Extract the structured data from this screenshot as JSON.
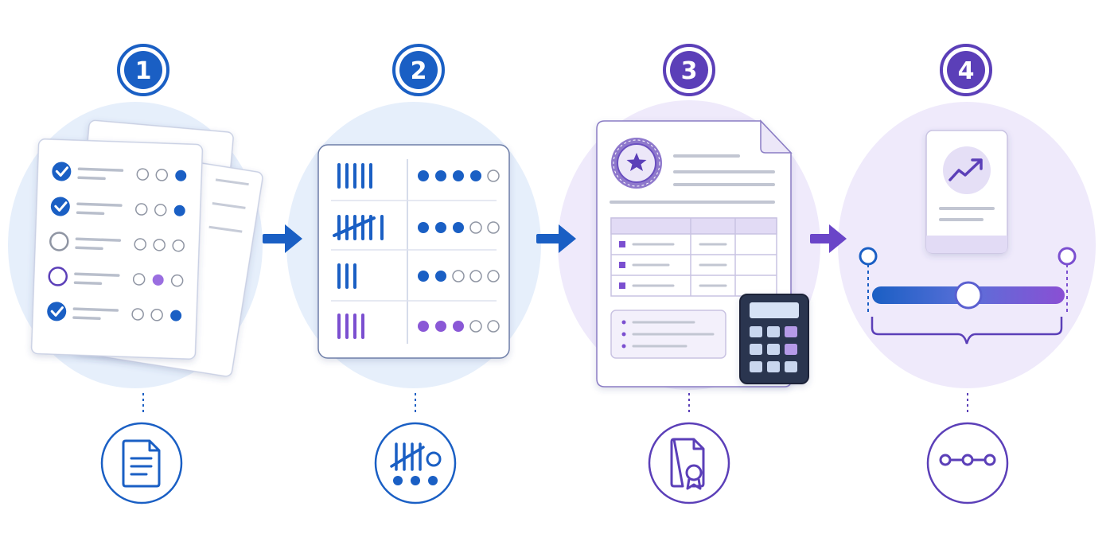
{
  "steps": [
    {
      "number": "1",
      "accent": "#1a5fc4",
      "bottom_icon": "document-icon"
    },
    {
      "number": "2",
      "accent": "#1a5fc4",
      "bottom_icon": "tally-marks-icon"
    },
    {
      "number": "3",
      "accent": "#5b3fb8",
      "bottom_icon": "certificate-document-icon"
    },
    {
      "number": "4",
      "accent": "#5b3fb8",
      "bottom_icon": "range-slider-icon"
    }
  ],
  "colors": {
    "blue": "#1a5fc4",
    "purple": "#7b4fd0",
    "blue_circle_bg": "#e6effb",
    "purple_circle_bg": "#efeafb",
    "card_border": "#c9d0e4",
    "line_gray": "#b9bfcc",
    "calculator_dark": "#2b3550"
  },
  "scores": {
    "checklist_rows": [
      {
        "checked": true,
        "filled_dot": 3
      },
      {
        "checked": true,
        "filled_dot": 3
      },
      {
        "checked": false,
        "filled_dot": 0
      },
      {
        "checked": false,
        "filled_dot": 2
      },
      {
        "checked": true,
        "filled_dot": 3
      }
    ],
    "tally_rows": [
      {
        "tally": 5,
        "rating": 4
      },
      {
        "tally": 6,
        "rating": 3
      },
      {
        "tally": 3,
        "rating": 2
      },
      {
        "tally": 4,
        "rating": 3
      }
    ],
    "slider_level": 0.5
  }
}
